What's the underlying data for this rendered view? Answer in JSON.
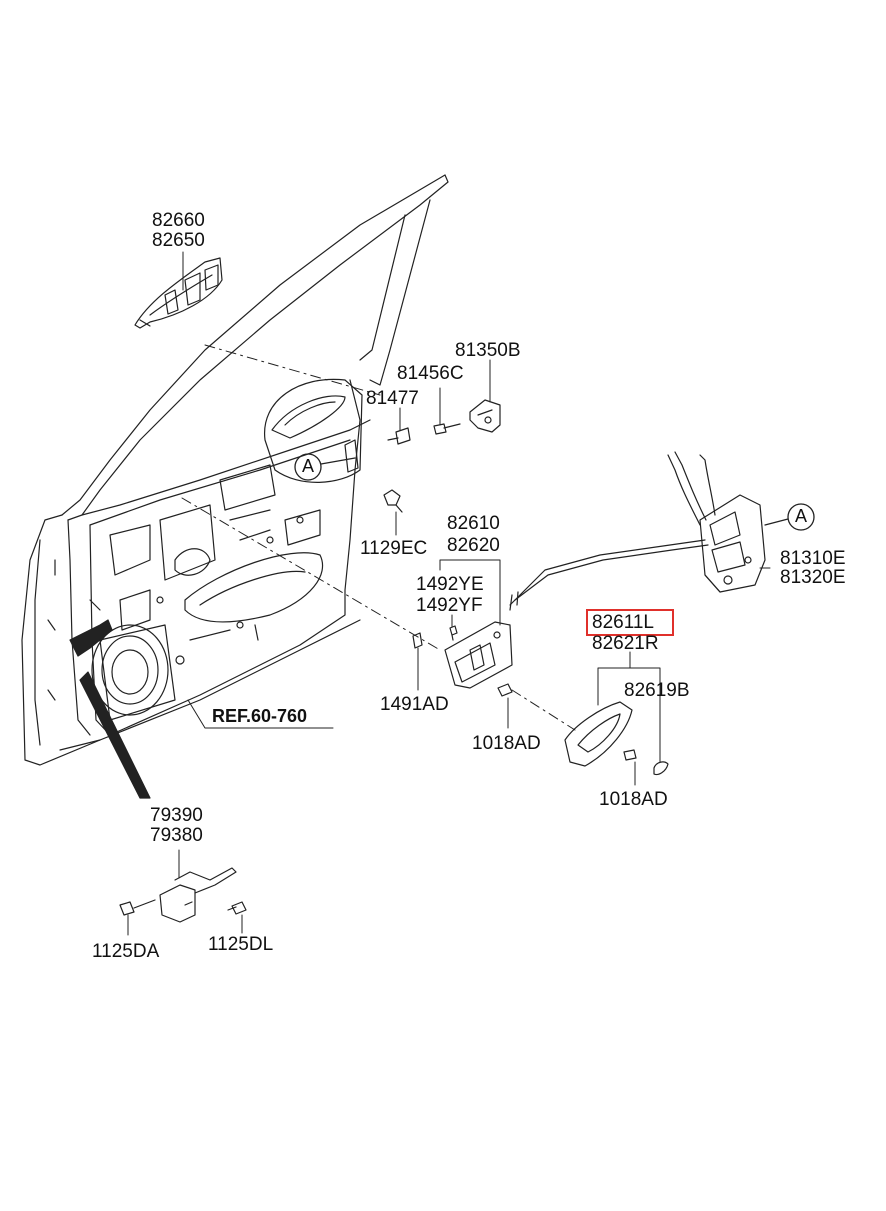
{
  "diagram": {
    "highlight_color": "#e0302b",
    "parts": [
      {
        "id": "p82660",
        "number": "82660"
      },
      {
        "id": "p82650",
        "number": "82650"
      },
      {
        "id": "p81350B",
        "number": "81350B"
      },
      {
        "id": "p81456C",
        "number": "81456C"
      },
      {
        "id": "p81477",
        "number": "81477"
      },
      {
        "id": "p1129EC",
        "number": "1129EC"
      },
      {
        "id": "p82610",
        "number": "82610"
      },
      {
        "id": "p82620",
        "number": "82620"
      },
      {
        "id": "p1492YE",
        "number": "1492YE"
      },
      {
        "id": "p1492YF",
        "number": "1492YF"
      },
      {
        "id": "p81310E",
        "number": "81310E"
      },
      {
        "id": "p81320E",
        "number": "81320E"
      },
      {
        "id": "p82611L",
        "number": "82611L",
        "highlighted": true
      },
      {
        "id": "p82621R",
        "number": "82621R"
      },
      {
        "id": "p82619B",
        "number": "82619B"
      },
      {
        "id": "p1491AD",
        "number": "1491AD"
      },
      {
        "id": "p1018AD_a",
        "number": "1018AD"
      },
      {
        "id": "p1018AD_b",
        "number": "1018AD"
      },
      {
        "id": "p79390",
        "number": "79390"
      },
      {
        "id": "p79380",
        "number": "79380"
      },
      {
        "id": "p1125DA",
        "number": "1125DA"
      },
      {
        "id": "p1125DL",
        "number": "1125DL"
      }
    ],
    "reference": "REF.60-760",
    "callouts": [
      "A",
      "A"
    ]
  }
}
